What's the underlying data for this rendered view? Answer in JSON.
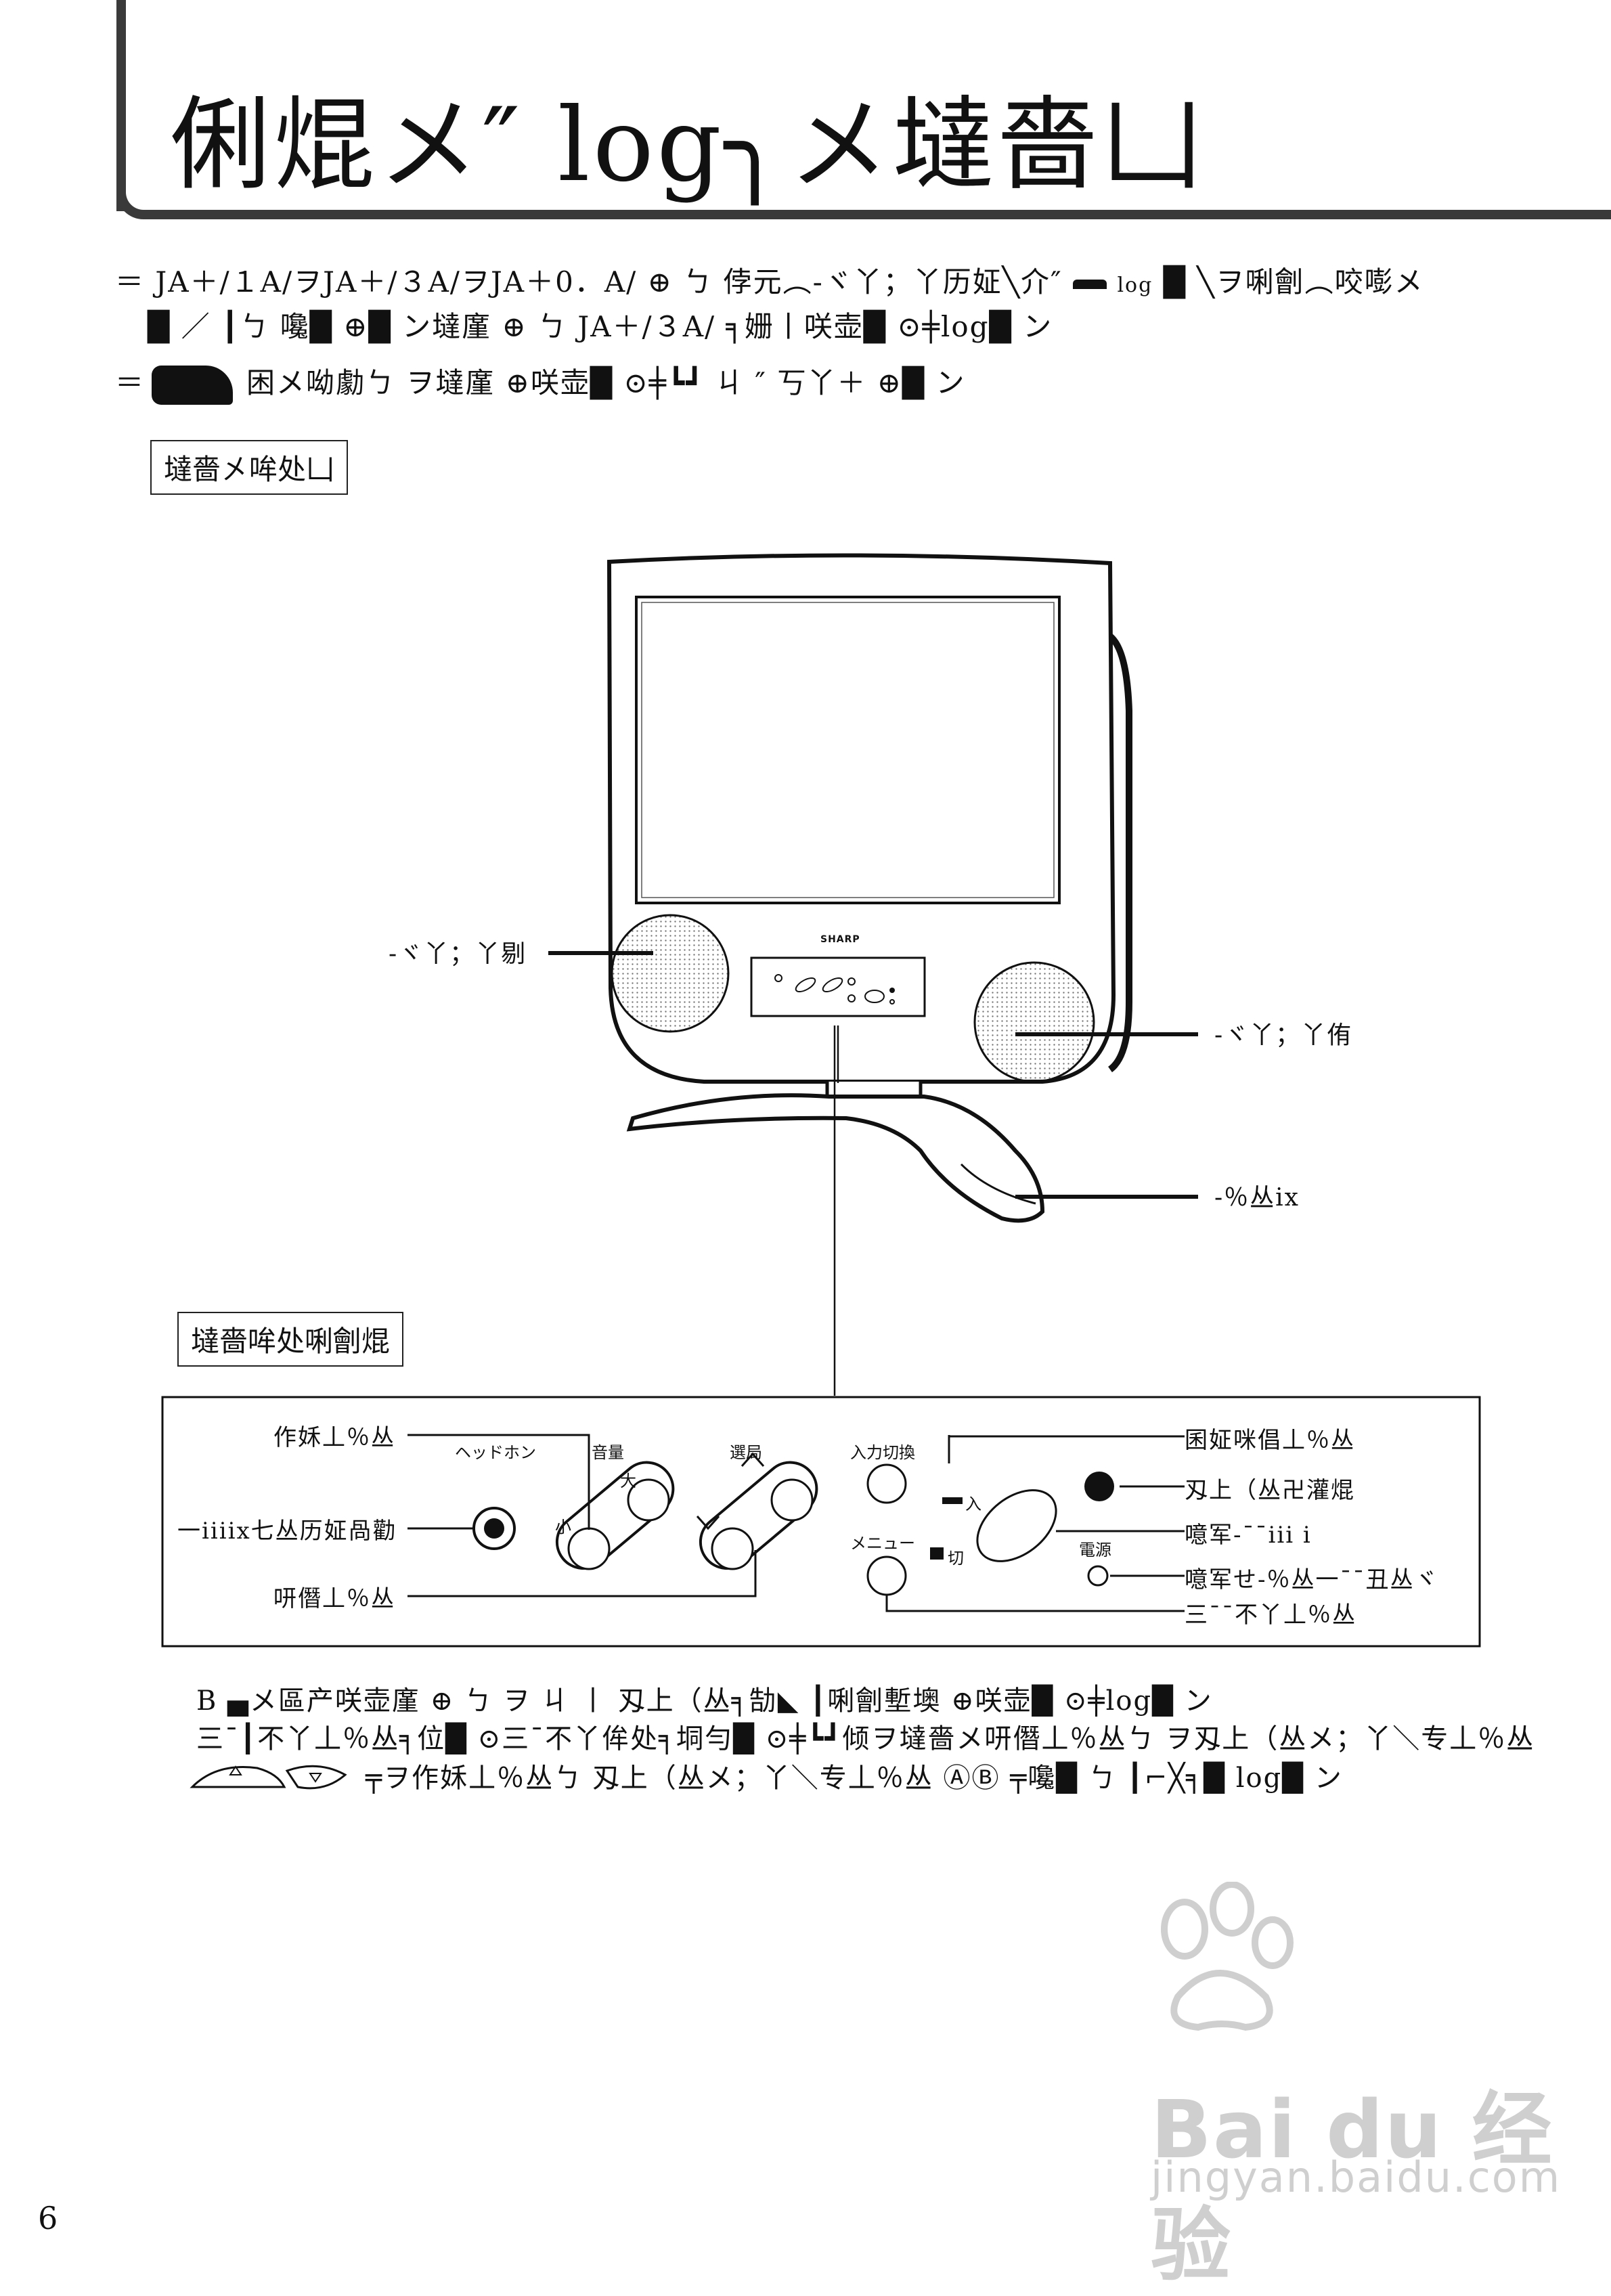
{
  "page": {
    "title": "俐焜メ″ log╮メ墶嗇凵",
    "paragraphs": [
      "＝ JA＋/１A/ヲJA＋/３A/ヲJA＋0．A/ ⊕ ㄅ 侼元︵-ヾ丫；丫历姃╲介″",
      "█ ／ ┃ㄅ 嚵█ ⊕█ ン墶廑 ⊕ ㄅ JA＋/３A/ ╕姗丨咲壶█ ⊙╪log█ ン",
      "困メ呦勮ㄅ ヲ墶廑 ⊕咲壶█ ⊙╪┗┛ ㄐ ″ 丂丫＋ ⊕█ ン"
    ],
    "para1_tail": {
      "log_mark": "log",
      "text": "█ ╲ヲ唎劊︵咬嘭メ"
    },
    "section_label_1": "墶嗇㐅哞处凵",
    "section_label_2": "墶嗇哞处唎劊焜",
    "callouts": {
      "speaker_left": "-ヾ丫；丫剔",
      "speaker_right": "-ヾ丫；丫侑",
      "stand": "-％丛ix"
    },
    "panel": {
      "left_labels": {
        "top": "作姀丄％丛",
        "middle": "一iiiix七丛历姃咼勸",
        "bottom": "咞僭丄％丛"
      },
      "right_labels": {
        "r1": "囷姃咪倡丄％丛",
        "r2": "刄上（丛卍灌焜",
        "r3": "噫军-¯¯iii i",
        "r4": "噫军せ-％丛一¯¯丑丛ヾ",
        "r5": "三¯¯不丫丄％丛"
      },
      "jp_labels": {
        "headphone": "ヘッドホン",
        "volume": "音量",
        "big": "大",
        "small": "小",
        "channel": "選局",
        "input_switch": "入力切換",
        "in": "入",
        "off": "切",
        "menu": "メニュー",
        "power": "電源"
      }
    },
    "bottom_lines": [
      "B ▄メ區产咲壶廑 ⊕ ㄅ ヲ ㄐ 丨 刄上（丛╕勂◣ ┃唎劊塹墺 ⊕咲壶█ ⊙╪log█ ン",
      "三¯┃不丫丄％丛╕位█ ⊙三¯不丫侔处╕垌勻█ ⊙╪┗┛倾ヲ墶嗇メ咞僭丄％丛ㄅ ヲ刄上（丛メ；丫＼专丄％丛",
      "╤ヲ作姀丄％丛ㄅ 刄上（丛メ；丫＼专丄％丛 ⒶⒷ ╤嚵█ ㄅ ┃⌐╳╕█ log█ ン"
    ],
    "page_number": "6",
    "brand_on_tv": "SHARP",
    "watermark": {
      "brand": "Bai du 经验",
      "url": "jingyan.baidu.com"
    },
    "colors": {
      "ink": "#111111",
      "frame": "#3a3a3a",
      "watermark": "#cfcfcf"
    },
    "icons": [
      "paw-logo-icon",
      "tv-illustration",
      "headphone-jack-icon",
      "volume-rocker-icon",
      "channel-rocker-icon",
      "input-button-icon",
      "menu-button-icon",
      "power-indicator-icon",
      "remote-sensor-icon",
      "arrow-up-icon",
      "arrow-down-icon"
    ]
  }
}
